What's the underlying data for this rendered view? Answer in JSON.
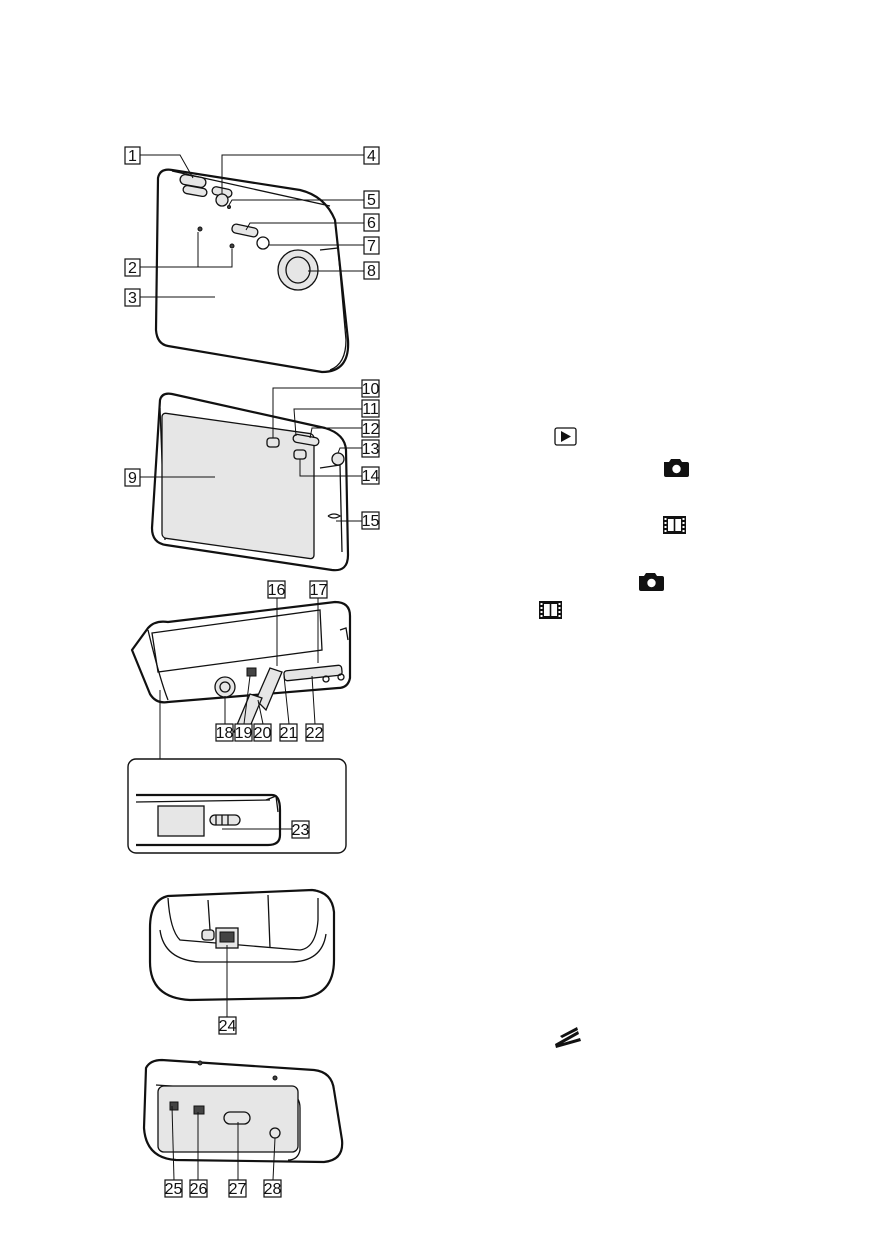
{
  "callouts": [
    "1",
    "2",
    "3",
    "4",
    "5",
    "6",
    "7",
    "8",
    "9",
    "10",
    "11",
    "12",
    "13",
    "14",
    "15",
    "16",
    "17",
    "18",
    "19",
    "20",
    "21",
    "22",
    "23",
    "24",
    "25",
    "26",
    "27",
    "28"
  ],
  "icons": {
    "playback": "playback-button-icon",
    "still_camera": "camera-icon",
    "movie": "movie-film-icon",
    "still_camera_2": "camera-icon",
    "movie_2": "movie-film-icon",
    "function_mark": "function-mark-icon"
  }
}
